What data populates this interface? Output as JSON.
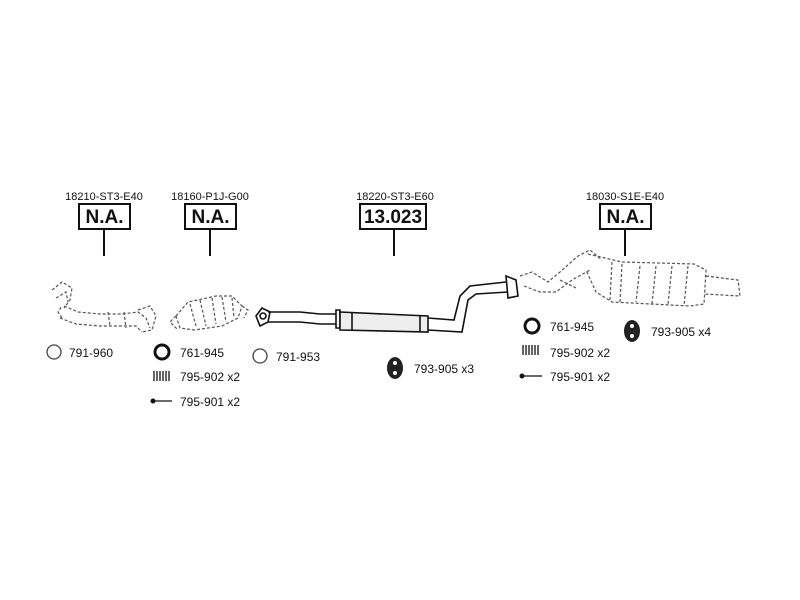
{
  "parts": [
    {
      "oem": "18210-ST3-E40",
      "ref": "N.A."
    },
    {
      "oem": "18160-P1J-G00",
      "ref": "N.A."
    },
    {
      "oem": "18220-ST3-E60",
      "ref": "13.023"
    },
    {
      "oem": "18030-S1E-E40",
      "ref": "N.A."
    }
  ],
  "accessories": [
    {
      "icon": "ring-thin-icon",
      "label": "791-960"
    },
    {
      "icon": "gasket-ring-icon",
      "label": "761-945"
    },
    {
      "icon": "spring-icon",
      "label": "795-902 x2"
    },
    {
      "icon": "bolt-icon",
      "label": "795-901 x2"
    },
    {
      "icon": "ring-thin-icon",
      "label": "791-953"
    },
    {
      "icon": "rubber-hanger-icon",
      "label": "793-905 x3"
    },
    {
      "icon": "gasket-ring-icon",
      "label": "761-945"
    },
    {
      "icon": "spring-icon",
      "label": "795-902 x2"
    },
    {
      "icon": "bolt-icon",
      "label": "795-901 x2"
    },
    {
      "icon": "rubber-hanger-icon",
      "label": "793-905 x4"
    }
  ]
}
